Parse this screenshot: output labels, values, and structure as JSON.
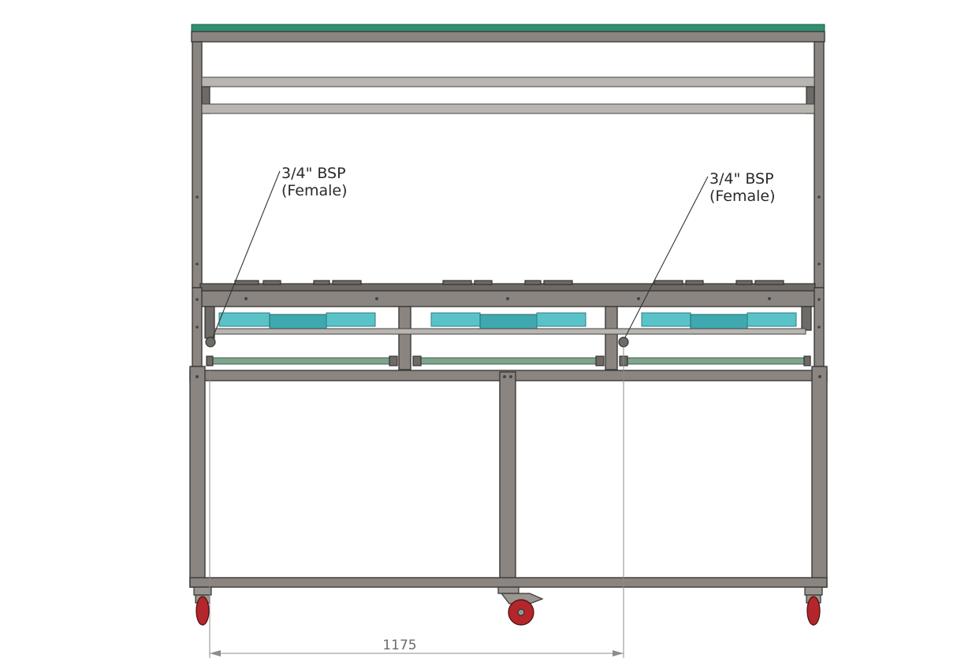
{
  "callouts": [
    {
      "line1": "3/4\" BSP",
      "line2": "(Female)"
    },
    {
      "line1": "3/4\" BSP",
      "line2": "(Female)"
    }
  ],
  "dimension": {
    "value": "1175"
  },
  "colors": {
    "frame": "#8a8580",
    "top_glass": "#2f8f73",
    "trays": "#59c3c8",
    "wheels": "#b3262a"
  }
}
